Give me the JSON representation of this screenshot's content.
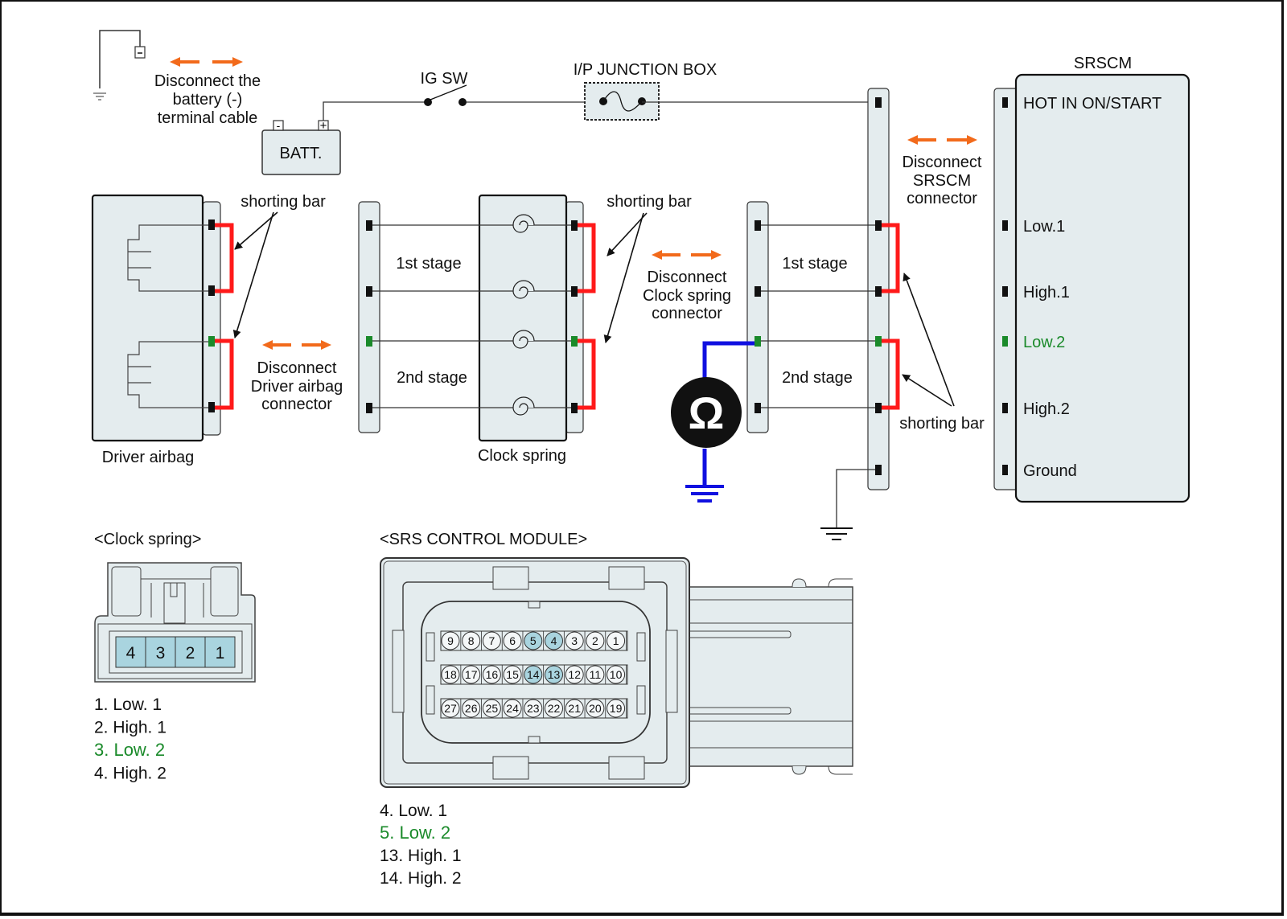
{
  "diagram": {
    "battery": {
      "label": "BATT.",
      "neg_terminal": "-",
      "pos_terminal": "+",
      "note_lines": [
        "Disconnect the",
        "battery (-)",
        "terminal cable"
      ]
    },
    "ignition_switch": {
      "label": "IG SW"
    },
    "junction_box": {
      "label": "I/P JUNCTION BOX"
    },
    "srscm": {
      "title": "SRSCM",
      "pins": [
        {
          "label": "HOT IN ON/START",
          "highlight": false
        },
        {
          "label": "Low.1",
          "highlight": false
        },
        {
          "label": "High.1",
          "highlight": false
        },
        {
          "label": "Low.2",
          "highlight": true
        },
        {
          "label": "High.2",
          "highlight": false
        },
        {
          "label": "Ground",
          "highlight": false
        }
      ],
      "note_lines": [
        "Disconnect",
        "SRSCM",
        "connector"
      ]
    },
    "driver_airbag": {
      "label": "Driver airbag",
      "note_lines": [
        "Disconnect",
        "Driver airbag",
        "connector"
      ]
    },
    "clock_spring": {
      "label": "Clock spring",
      "note_lines": [
        "Disconnect",
        "Clock spring",
        "connector"
      ]
    },
    "stages": {
      "first": "1st stage",
      "second": "2nd stage"
    },
    "shorting_bar_label": "shorting bar",
    "ohmmeter_symbol": "Ω",
    "colors": {
      "shorting_bar": "#ff1a1a",
      "arrow": "#f26a1b",
      "meter_wire": "#1010e0",
      "highlight_green": "#1a8a2a",
      "component_fill": "#e4ecee",
      "pin_highlight": "#a9d4df"
    }
  },
  "clock_spring_connector": {
    "title": "<Clock spring>",
    "pins": [
      "4",
      "3",
      "2",
      "1"
    ],
    "legend": [
      {
        "text": "1. Low. 1",
        "highlight": false
      },
      {
        "text": "2. High. 1",
        "highlight": false
      },
      {
        "text": "3. Low. 2",
        "highlight": true
      },
      {
        "text": "4. High. 2",
        "highlight": false
      }
    ]
  },
  "srs_module_connector": {
    "title": "<SRS CONTROL MODULE>",
    "rows": [
      [
        "9",
        "8",
        "7",
        "6",
        "5",
        "4",
        "3",
        "2",
        "1"
      ],
      [
        "18",
        "17",
        "16",
        "15",
        "14",
        "13",
        "12",
        "11",
        "10"
      ],
      [
        "27",
        "26",
        "25",
        "24",
        "23",
        "22",
        "21",
        "20",
        "19"
      ]
    ],
    "highlighted_pins": [
      "5",
      "4",
      "14",
      "13"
    ],
    "legend": [
      {
        "text": "4. Low. 1",
        "highlight": false
      },
      {
        "text": "5. Low. 2",
        "highlight": true
      },
      {
        "text": "13. High. 1",
        "highlight": false
      },
      {
        "text": "14. High. 2",
        "highlight": false
      }
    ]
  }
}
